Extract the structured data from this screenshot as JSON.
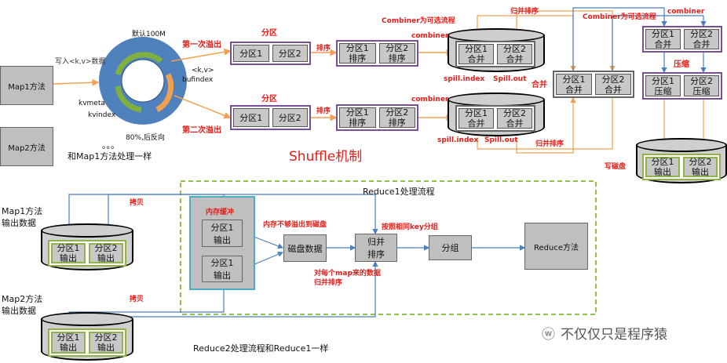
{
  "map1_method": "Map1方法",
  "map2_method": "Map2方法",
  "write_kv": "写入<k,v>数据",
  "default_100m": "默认100M",
  "kv_tag": "<k,v>",
  "bufindex": "bufindex",
  "kvmeta": "kvmeta",
  "kvindex": "kvindex",
  "reverse_80": "80%,后反向",
  "dots": "。。。",
  "map2_same": "和Map1方法处理一样",
  "first_spill": "第一次溢出",
  "second_spill": "第二次溢出",
  "partition": "分区",
  "sort": "排序",
  "p1": "分区1",
  "p2": "分区2",
  "sort_word": "排序",
  "merge_word": "合并",
  "compress_word": "压缩",
  "output_word": "输出",
  "combiner": "combiner",
  "combiner_optional": "Combiner为可选流程",
  "merge_sort": "归并排序",
  "merge": "合并",
  "compress": "压缩",
  "write_disk": "写磁盘",
  "spill_index": "spill.index",
  "spill_out_1": "Spill.out",
  "spill_out_2": "Spill.out",
  "shuffle_title": "Shuffle机制",
  "reduce1_flow": "Reduce1处理流程",
  "copy": "拷贝",
  "mem_buffer": "内存缓冲",
  "mem_spill": "内存不够溢出到磁盘",
  "group_same_key": "按照相同key分组",
  "each_map_merge": "对每个map来的数据归并排序",
  "map1_output_data": "Map1方法输出数据",
  "map2_output_data": "Map2方法输出数据",
  "disk_data": "磁盘数据",
  "merge_sort_box": "归并排序",
  "group": "分组",
  "reduce_method": "Reduce方法",
  "reduce2_same": "Reduce2处理流程和Reduce1一样",
  "watermark": "不仅仅只是程序猿"
}
